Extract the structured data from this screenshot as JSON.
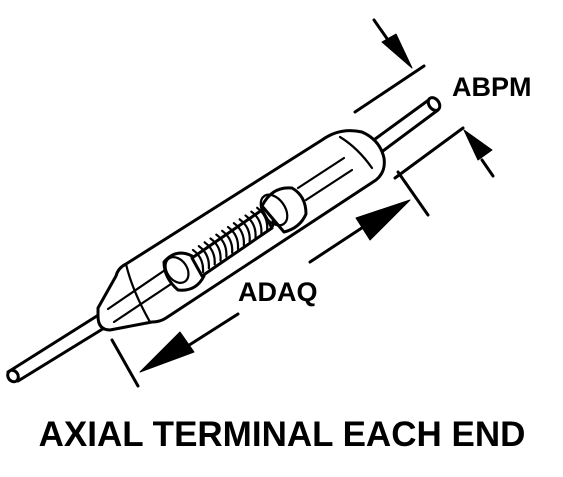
{
  "labels": {
    "lead_diameter": "ABPM",
    "body_length": "ADAQ",
    "caption": "AXIAL TERMINAL EACH END"
  },
  "colors": {
    "ink": "#000000",
    "paper": "#ffffff"
  }
}
